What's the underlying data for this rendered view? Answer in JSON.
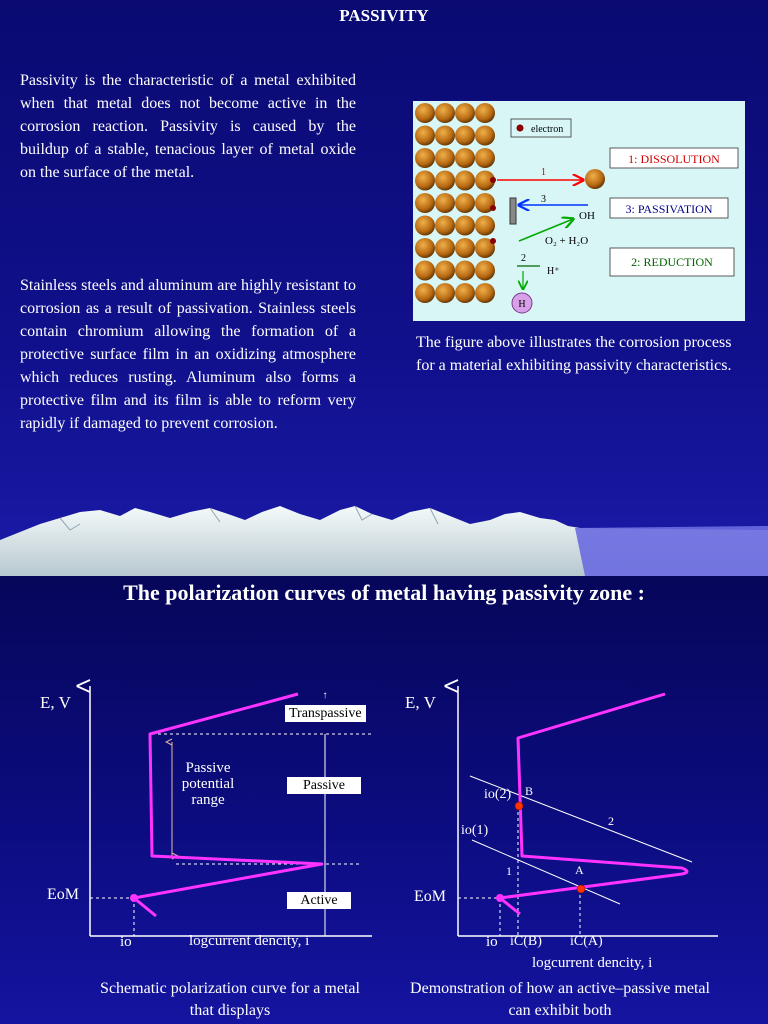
{
  "slide1": {
    "title": "PASSIVITY",
    "paragraph1": "Passivity is the characteristic of a metal exhibited when that metal does not become active in the corrosion reaction. Passivity is caused by the buildup of a stable, tenacious layer of metal oxide on the surface of the metal.",
    "paragraph2": "Stainless steels and aluminum are highly resistant to corrosion as a result of passivation. Stainless steels contain chromium allowing the formation of a protective surface film in an oxidizing atmosphere which reduces rusting. Aluminum also forms a protective film and its film is able to reform very rapidly if damaged to prevent corrosion.",
    "figure": {
      "legend_electron": "electron",
      "box_dissolution": "1: DISSOLUTION",
      "box_passivation": "3: PASSIVATION",
      "box_reduction": "2: REDUCTION",
      "label_1": "1",
      "label_3": "3",
      "label_2": "2",
      "label_oh": "OH",
      "label_reaction": "O₂ + H₂O",
      "label_hplus": "H⁺",
      "label_h": "H"
    },
    "figure_caption": "The figure above illustrates the corrosion process for a material exhibiting passivity characteristics."
  },
  "slide2": {
    "title": "The polarization curves of metal having passivity zone :",
    "left_plot": {
      "y_axis": "E, V",
      "e_om": "EoM",
      "io": "io",
      "x_axis": "logcurrent dencity, i",
      "passive_range": "Passive potential range",
      "zone_transpassive": "Transpassive",
      "zone_passive": "Passive",
      "zone_active": "Active"
    },
    "right_plot": {
      "y_axis": "E, V",
      "e_om": "EoM",
      "io": "io",
      "ic_b": "iC(B)",
      "ic_a": "iC(A)",
      "io2": "io(2)",
      "io1": "io(1)",
      "point_b": "B",
      "point_a": "A",
      "line_1": "1",
      "line_2": "2",
      "x_axis": "logcurrent dencity, i"
    },
    "caption_left": "Schematic polarization curve for a metal that displays",
    "caption_right": "Demonstration of how an active–passive metal can exhibit both"
  },
  "colors": {
    "curve": "#ff33ff",
    "point": "#ff3300",
    "axis": "#ffffff",
    "figure_bg": "#d8f6f6",
    "atom": "#b86a12"
  }
}
